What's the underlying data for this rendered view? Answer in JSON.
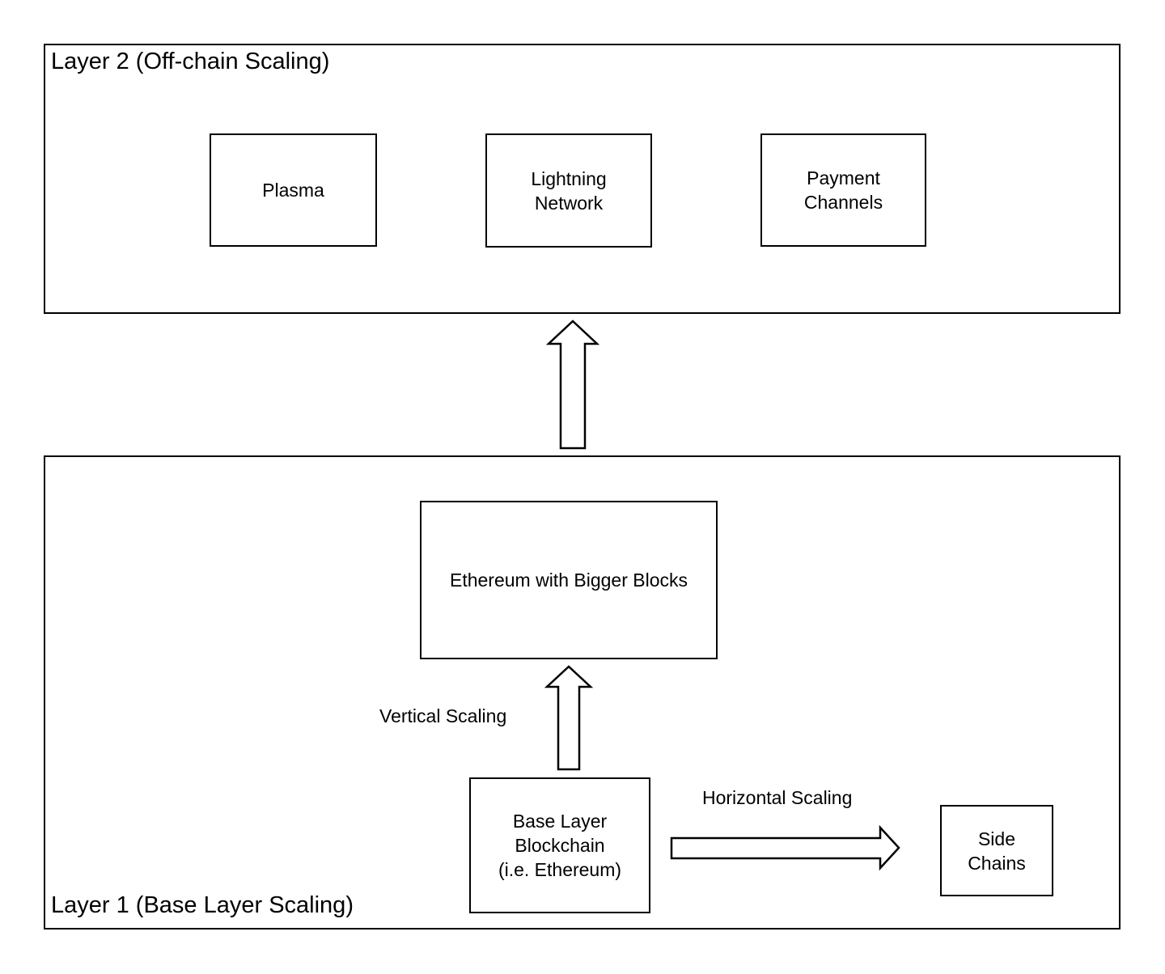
{
  "layer2": {
    "title": "Layer 2 (Off-chain Scaling)",
    "nodes": {
      "plasma": "Plasma",
      "lightning": "Lightning\nNetwork",
      "payment_channels": "Payment\nChannels"
    }
  },
  "layer1": {
    "title": "Layer 1 (Base Layer Scaling)",
    "nodes": {
      "bigger_blocks": "Ethereum with Bigger Blocks",
      "base_layer": "Base Layer\nBlockchain\n(i.e. Ethereum)",
      "side_chains": "Side\nChains"
    },
    "labels": {
      "vertical": "Vertical Scaling",
      "horizontal": "Horizontal Scaling"
    }
  }
}
